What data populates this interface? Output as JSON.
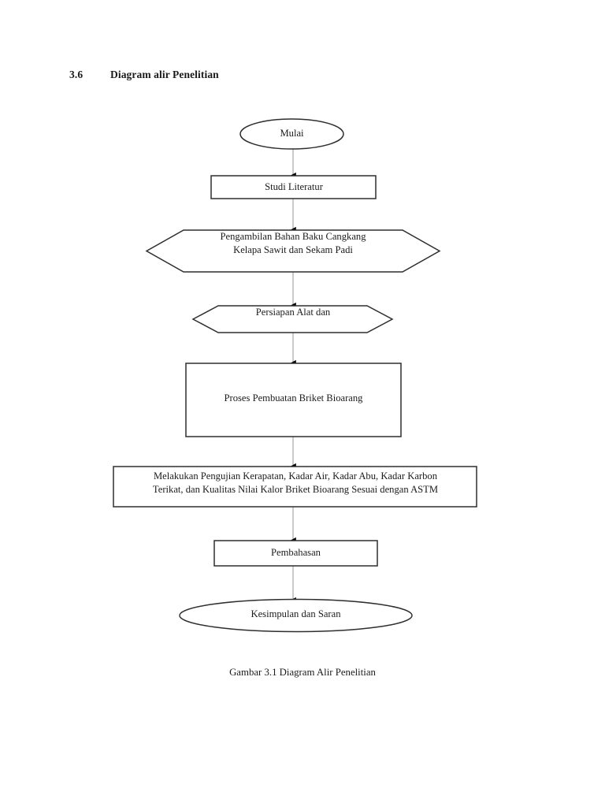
{
  "document": {
    "section": {
      "number": "3.6",
      "title": "Diagram alir Penelitian"
    },
    "caption": "Gambar 3.1 Diagram Alir Penelitian"
  },
  "colors": {
    "page_background": "#ffffff",
    "text": "#1a1a1a",
    "shape_stroke": "#333333",
    "shape_fill": "#ffffff",
    "connector_line": "#bbbbbb",
    "arrowhead": "#000000"
  },
  "flowchart": {
    "title": "Diagram Alir Penelitian",
    "orientation": "top-to-bottom",
    "nodes": [
      {
        "id": "mulai",
        "shape": "ellipse",
        "label": "Mulai",
        "lines": [
          "Mulai"
        ]
      },
      {
        "id": "studi-literatur",
        "shape": "rectangle",
        "label": "Studi Literatur",
        "lines": [
          "Studi Literatur"
        ]
      },
      {
        "id": "pengambilan-bahan-baku",
        "shape": "hexagon",
        "label": "Pengambilan Bahan Baku Cangkang Kelapa Sawit dan Sekam Padi",
        "lines": [
          "Pengambilan Bahan Baku Cangkang",
          "Kelapa Sawit dan Sekam Padi"
        ],
        "text_clipped": true
      },
      {
        "id": "persiapan-alat-dan-bahan",
        "shape": "hexagon",
        "label": "Persiapan Alat dan",
        "lines": [
          "Persiapan Alat dan"
        ],
        "text_clipped": true
      },
      {
        "id": "proses-pembuatan-briket",
        "shape": "rectangle",
        "label": "Proses Pembuatan Briket Bioarang",
        "lines": [
          "Proses Pembuatan Briket Bioarang"
        ]
      },
      {
        "id": "pengujian",
        "shape": "rectangle",
        "label": "Melakukan Pengujian Kerapatan, Kadar Air, Kadar Abu, Kadar Karbon Terikat, dan Kualitas Nilai Kalor Briket Bioarang Sesuai dengan ASTM",
        "lines": [
          "Melakukan Pengujian Kerapatan, Kadar Air, Kadar Abu, Kadar Karbon",
          "Terikat, dan Kualitas Nilai Kalor Briket Bioarang Sesuai dengan ASTM"
        ]
      },
      {
        "id": "pembahasan",
        "shape": "rectangle",
        "label": "Pembahasan",
        "lines": [
          "Pembahasan"
        ]
      },
      {
        "id": "kesimpulan-dan-saran",
        "shape": "ellipse",
        "label": "Kesimpulan dan Saran",
        "lines": [
          "Kesimpulan dan Saran"
        ]
      }
    ],
    "edges": [
      {
        "from": "mulai",
        "to": "studi-literatur",
        "arrow": "down"
      },
      {
        "from": "studi-literatur",
        "to": "pengambilan-bahan-baku",
        "arrow": "down"
      },
      {
        "from": "pengambilan-bahan-baku",
        "to": "persiapan-alat-dan-bahan",
        "arrow": "down"
      },
      {
        "from": "persiapan-alat-dan-bahan",
        "to": "proses-pembuatan-briket",
        "arrow": "down"
      },
      {
        "from": "proses-pembuatan-briket",
        "to": "pengujian",
        "arrow": "down"
      },
      {
        "from": "pengujian",
        "to": "pembahasan",
        "arrow": "down"
      },
      {
        "from": "pembahasan",
        "to": "kesimpulan-dan-saran",
        "arrow": "down"
      }
    ]
  },
  "node_text": {
    "mulai": "Mulai",
    "studi": "Studi Literatur",
    "hex1": "Pengambilan Bahan Baku Cangkang\nKelapa Sawit dan Sekam Padi",
    "hex2": "Persiapan Alat dan",
    "proses": "Proses Pembuatan Briket Bioarang",
    "pengujian": "Melakukan Pengujian Kerapatan, Kadar Air, Kadar Abu, Kadar Karbon\nTerikat, dan Kualitas Nilai Kalor Briket Bioarang Sesuai dengan ASTM",
    "pembahasan": "Pembahasan",
    "kesimpulan": "Kesimpulan dan Saran"
  }
}
